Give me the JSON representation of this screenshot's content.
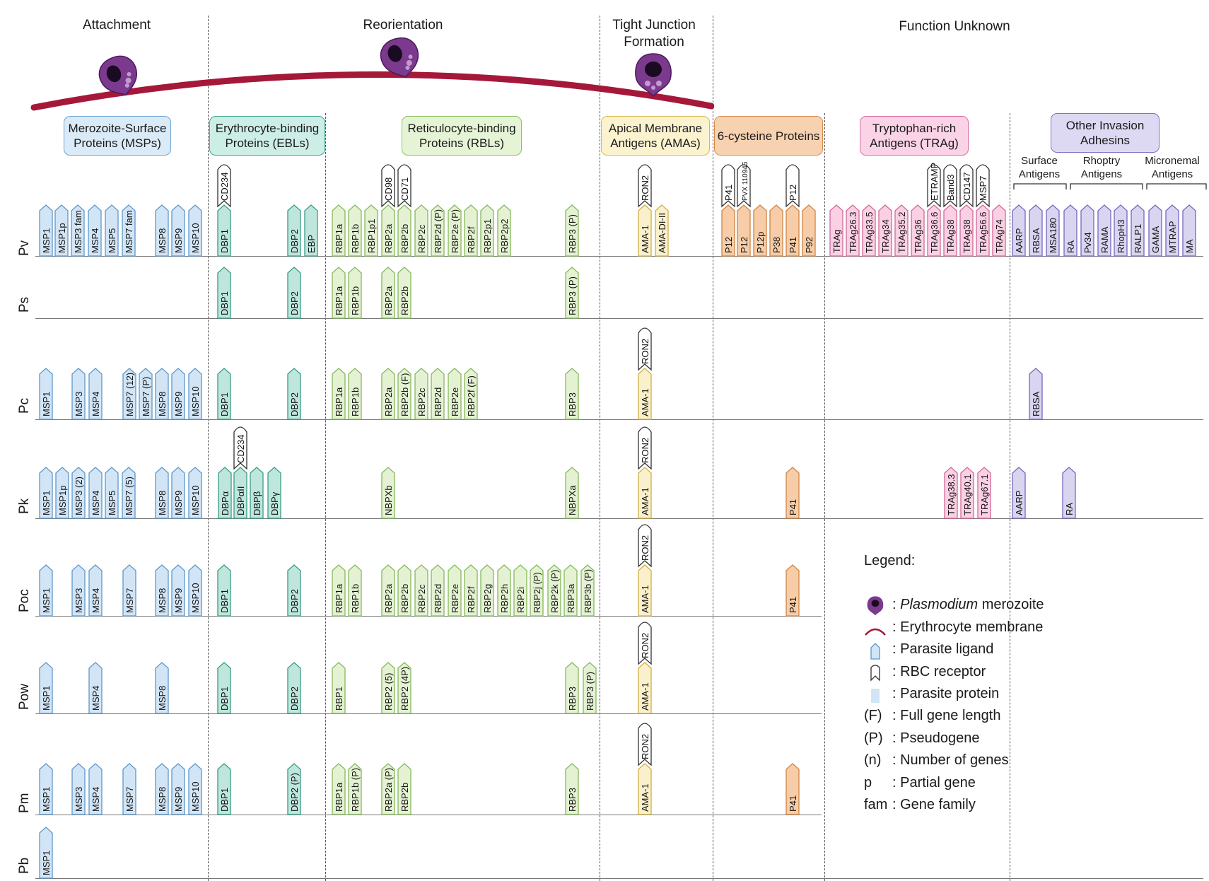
{
  "stages": [
    "Attachment",
    "Reorientation",
    "Tight Junction Formation",
    "Function Unknown"
  ],
  "families": [
    {
      "label": "Merozoite-Surface Proteins (MSPs)",
      "fill": "#dbeaf7",
      "stroke": "#6fa6d6"
    },
    {
      "label": "Erythrocyte-binding Proteins (EBLs)",
      "fill": "#cdeee6",
      "stroke": "#3fa88e"
    },
    {
      "label": "Reticulocyte-binding Proteins (RBLs)",
      "fill": "#e6f4d6",
      "stroke": "#8cc063"
    },
    {
      "label": "Apical Membrane Antigens (AMAs)",
      "fill": "#fbf3d0",
      "stroke": "#d8b950"
    },
    {
      "label": "6-cysteine Proteins",
      "fill": "#f7d2b0",
      "stroke": "#d98c4a"
    },
    {
      "label": "Tryptophan-rich Antigens (TRAg)",
      "fill": "#fbd3e6",
      "stroke": "#d66fa0"
    },
    {
      "label": "Other Invasion Adhesins",
      "fill": "#ddd9f3",
      "stroke": "#7d72c4"
    }
  ],
  "subgroups": [
    "Surface Antigens",
    "Rhoptry Antigens",
    "Micronemal Antigens"
  ],
  "species": [
    "Pv",
    "Ps",
    "Pc",
    "Pk",
    "Poc",
    "Pow",
    "Pm",
    "Pb"
  ],
  "colors": {
    "msp": {
      "fill": "#d2e5f6",
      "stroke": "#5f97c9"
    },
    "ebl": {
      "fill": "#bfe6dc",
      "stroke": "#3a9c84"
    },
    "rbl": {
      "fill": "#e4f2d3",
      "stroke": "#86b85e"
    },
    "ama": {
      "fill": "#faf1cc",
      "stroke": "#cfae47"
    },
    "cys": {
      "fill": "#f6cda8",
      "stroke": "#cf8443"
    },
    "trag": {
      "fill": "#fbd0e4",
      "stroke": "#cf6a99"
    },
    "oth": {
      "fill": "#d9d5f1",
      "stroke": "#7469bd"
    },
    "rec": {
      "fill": "#ffffff",
      "stroke": "#333333"
    },
    "membrane": "#a5183a",
    "merozoite": "#7b3a8e"
  },
  "ligands": [
    {
      "row": 0,
      "cat": "msp",
      "label": "MSP1"
    },
    {
      "row": 0,
      "cat": "msp",
      "label": "MSP1p"
    },
    {
      "row": 0,
      "cat": "msp",
      "label": "MSP3 fam"
    },
    {
      "row": 0,
      "cat": "msp",
      "label": "MSP4"
    },
    {
      "row": 0,
      "cat": "msp",
      "label": "MSP5"
    },
    {
      "row": 0,
      "cat": "msp",
      "label": "MSP7 fam"
    },
    {
      "row": 0,
      "cat": "msp",
      "label": "MSP8"
    },
    {
      "row": 0,
      "cat": "msp",
      "label": "MSP9"
    },
    {
      "row": 0,
      "cat": "msp",
      "label": "MSP10"
    },
    {
      "row": 0,
      "cat": "ebl",
      "label": "DBP1",
      "receptor": "CD234"
    },
    {
      "row": 0,
      "cat": "ebl",
      "label": "DBP2"
    },
    {
      "row": 0,
      "cat": "ebl",
      "label": "EBP"
    },
    {
      "row": 0,
      "cat": "rbl",
      "label": "RBP1a"
    },
    {
      "row": 0,
      "cat": "rbl",
      "label": "RBP1b"
    },
    {
      "row": 0,
      "cat": "rbl",
      "label": "RBP1p1"
    },
    {
      "row": 0,
      "cat": "rbl",
      "label": "RBP2a",
      "receptor": "CD98"
    },
    {
      "row": 0,
      "cat": "rbl",
      "label": "RBP2b",
      "receptor": "CD71"
    },
    {
      "row": 0,
      "cat": "rbl",
      "label": "RBP2c"
    },
    {
      "row": 0,
      "cat": "rbl",
      "label": "RBP2d (P)"
    },
    {
      "row": 0,
      "cat": "rbl",
      "label": "RBP2e (P)"
    },
    {
      "row": 0,
      "cat": "rbl",
      "label": "RBP2f"
    },
    {
      "row": 0,
      "cat": "rbl",
      "label": "RBP2p1"
    },
    {
      "row": 0,
      "cat": "rbl",
      "label": "RBP2p2"
    },
    {
      "row": 0,
      "cat": "rbl",
      "label": "RBP3 (P)"
    },
    {
      "row": 0,
      "cat": "ama",
      "label": "AMA-1",
      "receptor": "RON2"
    },
    {
      "row": 0,
      "cat": "ama",
      "label": "AMA-DI-II"
    },
    {
      "row": 0,
      "cat": "cys",
      "label": "P12",
      "receptor": "P41"
    },
    {
      "row": 0,
      "cat": "cys",
      "label": "P12",
      "receptor": "PVX 110945"
    },
    {
      "row": 0,
      "cat": "cys",
      "label": "P12p"
    },
    {
      "row": 0,
      "cat": "cys",
      "label": "P38"
    },
    {
      "row": 0,
      "cat": "cys",
      "label": "P41",
      "receptor": "P12"
    },
    {
      "row": 0,
      "cat": "cys",
      "label": "P92"
    },
    {
      "row": 0,
      "cat": "trag",
      "label": "TRAg"
    },
    {
      "row": 0,
      "cat": "trag",
      "label": "TRAg26.3"
    },
    {
      "row": 0,
      "cat": "trag",
      "label": "TRAg33.5"
    },
    {
      "row": 0,
      "cat": "trag",
      "label": "TRAg34"
    },
    {
      "row": 0,
      "cat": "trag",
      "label": "TRAg35.2"
    },
    {
      "row": 0,
      "cat": "trag",
      "label": "TRAg36"
    },
    {
      "row": 0,
      "cat": "trag",
      "label": "TRAg36.6",
      "receptor": "ETRAMP"
    },
    {
      "row": 0,
      "cat": "trag",
      "label": "TRAg38",
      "receptor": "Band3"
    },
    {
      "row": 0,
      "cat": "trag",
      "label": "TRAg38",
      "receptor": "CD147"
    },
    {
      "row": 0,
      "cat": "trag",
      "label": "TRAg56.6",
      "receptor": "MSP7"
    },
    {
      "row": 0,
      "cat": "trag",
      "label": "TRAg74"
    },
    {
      "row": 0,
      "cat": "oth",
      "label": "AARP"
    },
    {
      "row": 0,
      "cat": "oth",
      "label": "RBSA"
    },
    {
      "row": 0,
      "cat": "oth",
      "label": "MSA180"
    },
    {
      "row": 0,
      "cat": "oth",
      "label": "RA"
    },
    {
      "row": 0,
      "cat": "oth",
      "label": "Pv34"
    },
    {
      "row": 0,
      "cat": "oth",
      "label": "RAMA"
    },
    {
      "row": 0,
      "cat": "oth",
      "label": "RhopH3"
    },
    {
      "row": 0,
      "cat": "oth",
      "label": "RALP1"
    },
    {
      "row": 0,
      "cat": "oth",
      "label": "GAMA"
    },
    {
      "row": 0,
      "cat": "oth",
      "label": "MTRAP"
    },
    {
      "row": 0,
      "cat": "oth",
      "label": "MA"
    },
    {
      "row": 1,
      "cat": "ebl",
      "label": "DBP1"
    },
    {
      "row": 1,
      "cat": "ebl",
      "label": "DBP2"
    },
    {
      "row": 1,
      "cat": "rbl",
      "label": "RBP1a"
    },
    {
      "row": 1,
      "cat": "rbl",
      "label": "RBP1b"
    },
    {
      "row": 1,
      "cat": "rbl",
      "label": "RBP2a"
    },
    {
      "row": 1,
      "cat": "rbl",
      "label": "RBP2b"
    },
    {
      "row": 1,
      "cat": "rbl",
      "label": "RBP3 (P)"
    },
    {
      "row": 2,
      "cat": "msp",
      "label": "MSP1"
    },
    {
      "row": 2,
      "cat": "msp",
      "label": "MSP3"
    },
    {
      "row": 2,
      "cat": "msp",
      "label": "MSP4"
    },
    {
      "row": 2,
      "cat": "msp",
      "label": "MSP7 (12)"
    },
    {
      "row": 2,
      "cat": "msp",
      "label": "MSP7 (P)"
    },
    {
      "row": 2,
      "cat": "msp",
      "label": "MSP8"
    },
    {
      "row": 2,
      "cat": "msp",
      "label": "MSP9"
    },
    {
      "row": 2,
      "cat": "msp",
      "label": "MSP10"
    },
    {
      "row": 2,
      "cat": "ebl",
      "label": "DBP1"
    },
    {
      "row": 2,
      "cat": "ebl",
      "label": "DBP2"
    },
    {
      "row": 2,
      "cat": "rbl",
      "label": "RBP1a"
    },
    {
      "row": 2,
      "cat": "rbl",
      "label": "RBP1b"
    },
    {
      "row": 2,
      "cat": "rbl",
      "label": "RBP2a"
    },
    {
      "row": 2,
      "cat": "rbl",
      "label": "RBP2b (F)"
    },
    {
      "row": 2,
      "cat": "rbl",
      "label": "RBP2c"
    },
    {
      "row": 2,
      "cat": "rbl",
      "label": "RBP2d"
    },
    {
      "row": 2,
      "cat": "rbl",
      "label": "RBP2e"
    },
    {
      "row": 2,
      "cat": "rbl",
      "label": "RBP2f (F)"
    },
    {
      "row": 2,
      "cat": "rbl",
      "label": "RBP3"
    },
    {
      "row": 2,
      "cat": "ama",
      "label": "AMA-1",
      "receptor": "RON2"
    },
    {
      "row": 2,
      "cat": "oth",
      "label": "RBSA"
    },
    {
      "row": 3,
      "cat": "msp",
      "label": "MSP1"
    },
    {
      "row": 3,
      "cat": "msp",
      "label": "MSP1p"
    },
    {
      "row": 3,
      "cat": "msp",
      "label": "MSP3 (2)"
    },
    {
      "row": 3,
      "cat": "msp",
      "label": "MSP4"
    },
    {
      "row": 3,
      "cat": "msp",
      "label": "MSP5"
    },
    {
      "row": 3,
      "cat": "msp",
      "label": "MSP7 (5)"
    },
    {
      "row": 3,
      "cat": "msp",
      "label": "MSP8"
    },
    {
      "row": 3,
      "cat": "msp",
      "label": "MSP9"
    },
    {
      "row": 3,
      "cat": "msp",
      "label": "MSP10"
    },
    {
      "row": 3,
      "cat": "ebl",
      "label": "DBPα"
    },
    {
      "row": 3,
      "cat": "ebl",
      "label": "DBPαII",
      "receptor": "CD234"
    },
    {
      "row": 3,
      "cat": "ebl",
      "label": "DBPβ"
    },
    {
      "row": 3,
      "cat": "ebl",
      "label": "DBPγ"
    },
    {
      "row": 3,
      "cat": "rbl",
      "label": "NBPXb"
    },
    {
      "row": 3,
      "cat": "rbl",
      "label": "NBPXa"
    },
    {
      "row": 3,
      "cat": "ama",
      "label": "AMA-1",
      "receptor": "RON2"
    },
    {
      "row": 3,
      "cat": "cys",
      "label": "P41"
    },
    {
      "row": 3,
      "cat": "trag",
      "label": "TRAg38.3"
    },
    {
      "row": 3,
      "cat": "trag",
      "label": "TRAg40.1"
    },
    {
      "row": 3,
      "cat": "trag",
      "label": "TRAg67.1"
    },
    {
      "row": 3,
      "cat": "oth",
      "label": "AARP"
    },
    {
      "row": 3,
      "cat": "oth",
      "label": "RA"
    },
    {
      "row": 4,
      "cat": "msp",
      "label": "MSP1"
    },
    {
      "row": 4,
      "cat": "msp",
      "label": "MSP3"
    },
    {
      "row": 4,
      "cat": "msp",
      "label": "MSP4"
    },
    {
      "row": 4,
      "cat": "msp",
      "label": "MSP7"
    },
    {
      "row": 4,
      "cat": "msp",
      "label": "MSP8"
    },
    {
      "row": 4,
      "cat": "msp",
      "label": "MSP9"
    },
    {
      "row": 4,
      "cat": "msp",
      "label": "MSP10"
    },
    {
      "row": 4,
      "cat": "ebl",
      "label": "DBP1"
    },
    {
      "row": 4,
      "cat": "ebl",
      "label": "DBP2"
    },
    {
      "row": 4,
      "cat": "rbl",
      "label": "RBP1a"
    },
    {
      "row": 4,
      "cat": "rbl",
      "label": "RBP1b"
    },
    {
      "row": 4,
      "cat": "rbl",
      "label": "RBP2a"
    },
    {
      "row": 4,
      "cat": "rbl",
      "label": "RBP2b"
    },
    {
      "row": 4,
      "cat": "rbl",
      "label": "RBP2c"
    },
    {
      "row": 4,
      "cat": "rbl",
      "label": "RBP2d"
    },
    {
      "row": 4,
      "cat": "rbl",
      "label": "RBP2e"
    },
    {
      "row": 4,
      "cat": "rbl",
      "label": "RBP2f"
    },
    {
      "row": 4,
      "cat": "rbl",
      "label": "RBP2g"
    },
    {
      "row": 4,
      "cat": "rbl",
      "label": "RBP2h"
    },
    {
      "row": 4,
      "cat": "rbl",
      "label": "RBP2i"
    },
    {
      "row": 4,
      "cat": "rbl",
      "label": "RBP2j (P)"
    },
    {
      "row": 4,
      "cat": "rbl",
      "label": "RBP2k (P)"
    },
    {
      "row": 4,
      "cat": "rbl",
      "label": "RBP3a"
    },
    {
      "row": 4,
      "cat": "rbl",
      "label": "RBP3b (P)"
    },
    {
      "row": 4,
      "cat": "ama",
      "label": "AMA-1",
      "receptor": "RON2"
    },
    {
      "row": 4,
      "cat": "cys",
      "label": "P41"
    },
    {
      "row": 5,
      "cat": "msp",
      "label": "MSP1"
    },
    {
      "row": 5,
      "cat": "msp",
      "label": "MSP4"
    },
    {
      "row": 5,
      "cat": "msp",
      "label": "MSP8"
    },
    {
      "row": 5,
      "cat": "ebl",
      "label": "DBP1"
    },
    {
      "row": 5,
      "cat": "ebl",
      "label": "DBP2"
    },
    {
      "row": 5,
      "cat": "rbl",
      "label": "RBP1"
    },
    {
      "row": 5,
      "cat": "rbl",
      "label": "RBP2 (5)"
    },
    {
      "row": 5,
      "cat": "rbl",
      "label": "RBP2 (4P)"
    },
    {
      "row": 5,
      "cat": "rbl",
      "label": "RBP3"
    },
    {
      "row": 5,
      "cat": "rbl",
      "label": "RBP3 (P)"
    },
    {
      "row": 5,
      "cat": "ama",
      "label": "AMA-1",
      "receptor": "RON2"
    },
    {
      "row": 6,
      "cat": "msp",
      "label": "MSP1"
    },
    {
      "row": 6,
      "cat": "msp",
      "label": "MSP3"
    },
    {
      "row": 6,
      "cat": "msp",
      "label": "MSP4"
    },
    {
      "row": 6,
      "cat": "msp",
      "label": "MSP7"
    },
    {
      "row": 6,
      "cat": "msp",
      "label": "MSP8"
    },
    {
      "row": 6,
      "cat": "msp",
      "label": "MSP9"
    },
    {
      "row": 6,
      "cat": "msp",
      "label": "MSP10"
    },
    {
      "row": 6,
      "cat": "ebl",
      "label": "DBP1"
    },
    {
      "row": 6,
      "cat": "ebl",
      "label": "DBP2 (P)"
    },
    {
      "row": 6,
      "cat": "rbl",
      "label": "RBP1a"
    },
    {
      "row": 6,
      "cat": "rbl",
      "label": "RBP1b (P)"
    },
    {
      "row": 6,
      "cat": "rbl",
      "label": "RBP2a (P)"
    },
    {
      "row": 6,
      "cat": "rbl",
      "label": "RBP2b"
    },
    {
      "row": 6,
      "cat": "rbl",
      "label": "RBP3"
    },
    {
      "row": 6,
      "cat": "ama",
      "label": "AMA-1",
      "receptor": "RON2"
    },
    {
      "row": 6,
      "cat": "cys",
      "label": "P41"
    },
    {
      "row": 7,
      "cat": "msp",
      "label": "MSP1"
    }
  ],
  "legend": {
    "title": "Legend:",
    "items": [
      {
        "key": "",
        "text": ": Plasmodium merozoite",
        "italic": "Plasmodium"
      },
      {
        "key": "",
        "text": ": Erythrocyte membrane"
      },
      {
        "key": "",
        "text": ": Parasite ligand"
      },
      {
        "key": "",
        "text": ": RBC receptor"
      },
      {
        "key": "",
        "text": ": Parasite protein"
      },
      {
        "key": "(F)",
        "text": ": Full gene length"
      },
      {
        "key": "(P)",
        "text": ": Pseudogene"
      },
      {
        "key": "(n)",
        "text": ": Number of genes"
      },
      {
        "key": "p",
        "text": ": Partial gene"
      },
      {
        "key": "fam",
        "text": ": Gene family"
      }
    ]
  }
}
